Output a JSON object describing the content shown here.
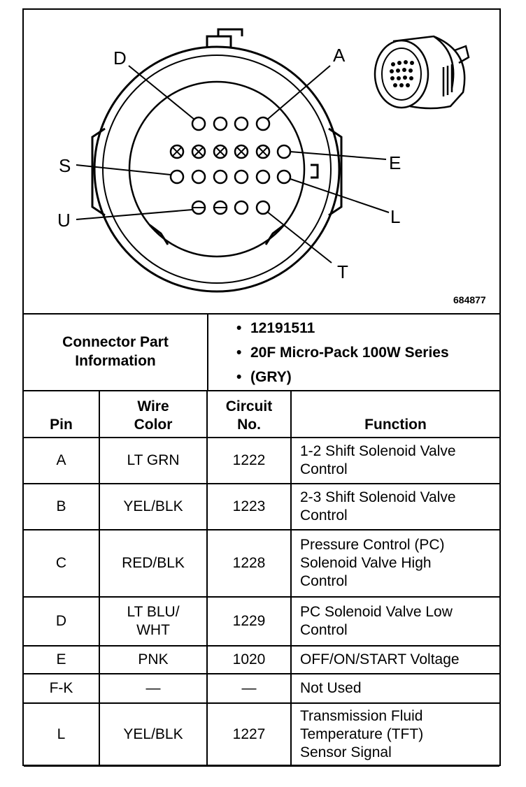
{
  "diagram": {
    "labels": {
      "A": "A",
      "D": "D",
      "E": "E",
      "S": "S",
      "L": "L",
      "U": "U",
      "T": "T"
    },
    "figure_number": "684877"
  },
  "connector": {
    "title_line1": "Connector Part",
    "title_line2": "Information",
    "bullet": "•",
    "part_number": "12191511",
    "series": "20F Micro-Pack 100W Series",
    "color": "(GRY)"
  },
  "table": {
    "headers": {
      "pin": "Pin",
      "wire_line1": "Wire",
      "wire_line2": "Color",
      "circuit_line1": "Circuit",
      "circuit_line2": "No.",
      "function": "Function"
    },
    "rows": [
      {
        "pin": "A",
        "wire": [
          "LT GRN"
        ],
        "circuit": "1222",
        "function": [
          "1-2 Shift Solenoid Valve",
          "Control"
        ]
      },
      {
        "pin": "B",
        "wire": [
          "YEL/BLK"
        ],
        "circuit": "1223",
        "function": [
          "2-3 Shift Solenoid Valve",
          "Control"
        ]
      },
      {
        "pin": "C",
        "wire": [
          "RED/BLK"
        ],
        "circuit": "1228",
        "function": [
          "Pressure Control (PC)",
          "Solenoid Valve High",
          "Control"
        ]
      },
      {
        "pin": "D",
        "wire": [
          "LT BLU/",
          "WHT"
        ],
        "circuit": "1229",
        "function": [
          "PC Solenoid Valve Low",
          "Control"
        ]
      },
      {
        "pin": "E",
        "wire": [
          "PNK"
        ],
        "circuit": "1020",
        "function": [
          "OFF/ON/START Voltage"
        ]
      },
      {
        "pin": "F-K",
        "wire": [
          "—"
        ],
        "circuit": "—",
        "function": [
          "Not Used"
        ]
      },
      {
        "pin": "L",
        "wire": [
          "YEL/BLK"
        ],
        "circuit": "1227",
        "function": [
          "Transmission Fluid",
          "Temperature (TFT)",
          "Sensor Signal"
        ]
      }
    ]
  }
}
